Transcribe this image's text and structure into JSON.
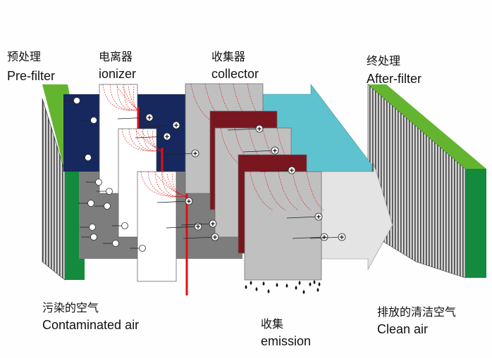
{
  "labels": {
    "prefilter": {
      "zh": "预处理",
      "en": "Pre-filter"
    },
    "ionizer": {
      "zh": "电离器",
      "en": "ionizer"
    },
    "collector": {
      "zh": "收集器",
      "en": "collector"
    },
    "afterfilter": {
      "zh": "终处理",
      "en": "After-filter"
    },
    "contaminated": {
      "zh": "污染的空气",
      "en": "Contaminated air"
    },
    "emission": {
      "zh": "收集",
      "en": "emission"
    },
    "clean": {
      "zh": "排放的清洁空气",
      "en": "Clean air"
    }
  },
  "charge_symbol": "+",
  "colors": {
    "filter_green": "#63b52f",
    "filter_front": "#138a3c",
    "ionized_zone": "#16285e",
    "air_zone": "#7d7d7d",
    "collector_plate": "#c0c0c0",
    "collector_dark": "#7a1620",
    "clean_zone": "#5fc3cf",
    "electrode": "#e01010"
  }
}
